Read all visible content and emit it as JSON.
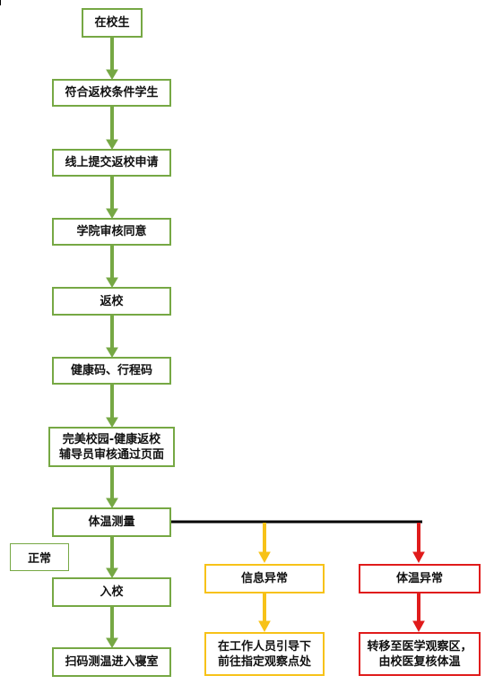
{
  "flowchart": {
    "main_steps": [
      "在校生",
      "符合返校条件学生",
      "线上提交返校申请",
      "学院审核同意",
      "返校",
      "健康码、行程码",
      "完美校园-健康返校\n辅导员审核通过页面",
      "体温测量",
      "入校",
      "扫码测温进入寝室"
    ],
    "normal_label": "正常",
    "info_abnormal": {
      "title": "信息异常",
      "action": "在工作人员引导下\n前往指定观察点处"
    },
    "temp_abnormal": {
      "title": "体温异常",
      "action": "转移至医学观察区，\n由校医复核体温"
    }
  },
  "colors": {
    "green": "#76a844",
    "yellow": "#f7c218",
    "red": "#e01b1b",
    "connector": "#000000"
  }
}
